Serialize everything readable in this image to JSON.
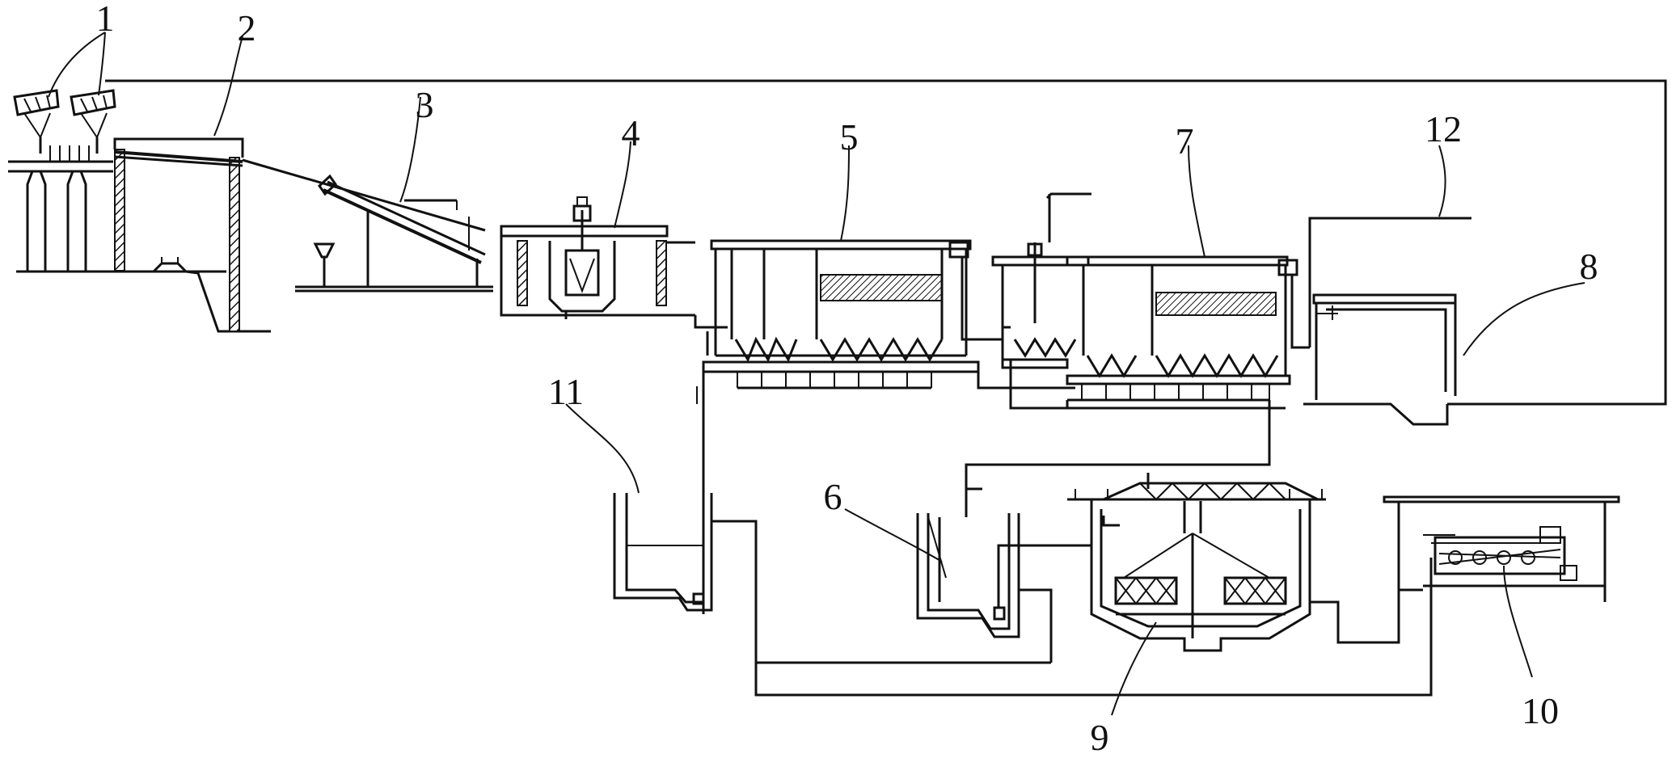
{
  "labels": [
    "1",
    "2",
    "3",
    "4",
    "5",
    "7",
    "12",
    "8",
    "11",
    "6",
    "9",
    "10"
  ],
  "colors": {
    "line": "#111111",
    "background": "#ffffff"
  }
}
